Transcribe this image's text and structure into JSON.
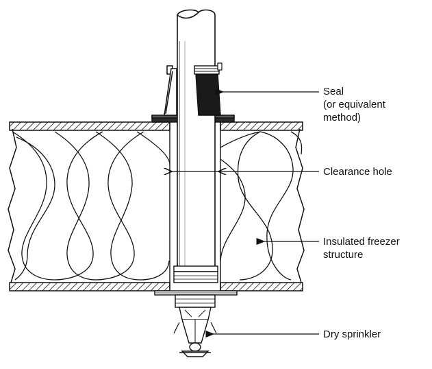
{
  "labels": {
    "seal": [
      "Seal",
      "(or equivalent",
      "method)"
    ],
    "clearance_hole": "Clearance hole",
    "insulated_structure": [
      "Insulated freezer",
      "structure"
    ],
    "dry_sprinkler": "Dry sprinkler"
  },
  "colors": {
    "line": "#111111",
    "seal_fill": "#1a1a1a",
    "background": "#ffffff"
  }
}
